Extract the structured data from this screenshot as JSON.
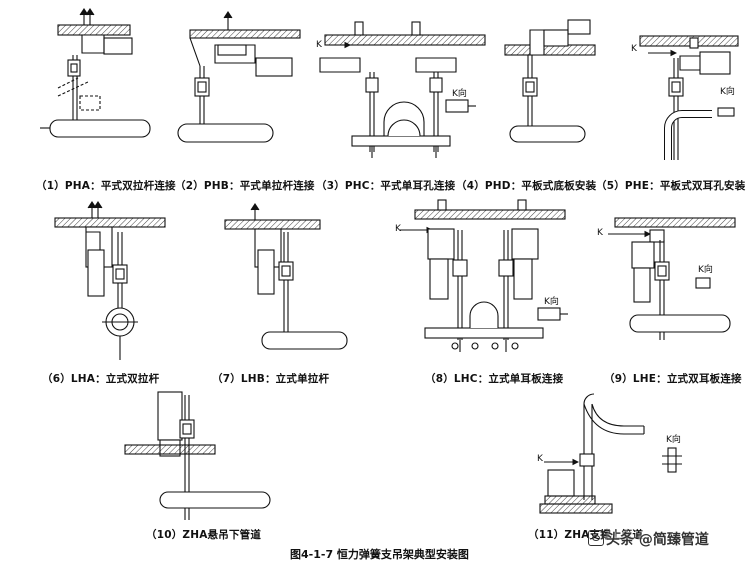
{
  "captions": [
    "（1）PHA：平式双拉杆连接",
    "（2）PHB：平式单拉杆连接",
    "（3）PHC：平式单耳孔连接",
    "（4）PHD：平板式底板安装",
    "（5）PHE：平板式双耳孔安装",
    "（6）LHA：立式双拉杆",
    "（7）LHB：立式单拉杆",
    "（8）LHC：立式单耳板连接",
    "（9）LHE：立式双耳板连接",
    "（10）ZHA悬吊下管道",
    "（11）ZHA支撑上管道"
  ],
  "figure_title": "图4-1-7  恒力弹簧支吊架典型安装图",
  "labels": {
    "k": "K",
    "k_view": "K向"
  },
  "watermark": "头条 @简臻管道",
  "colors": {
    "line": "#111111",
    "background": "#ffffff"
  }
}
